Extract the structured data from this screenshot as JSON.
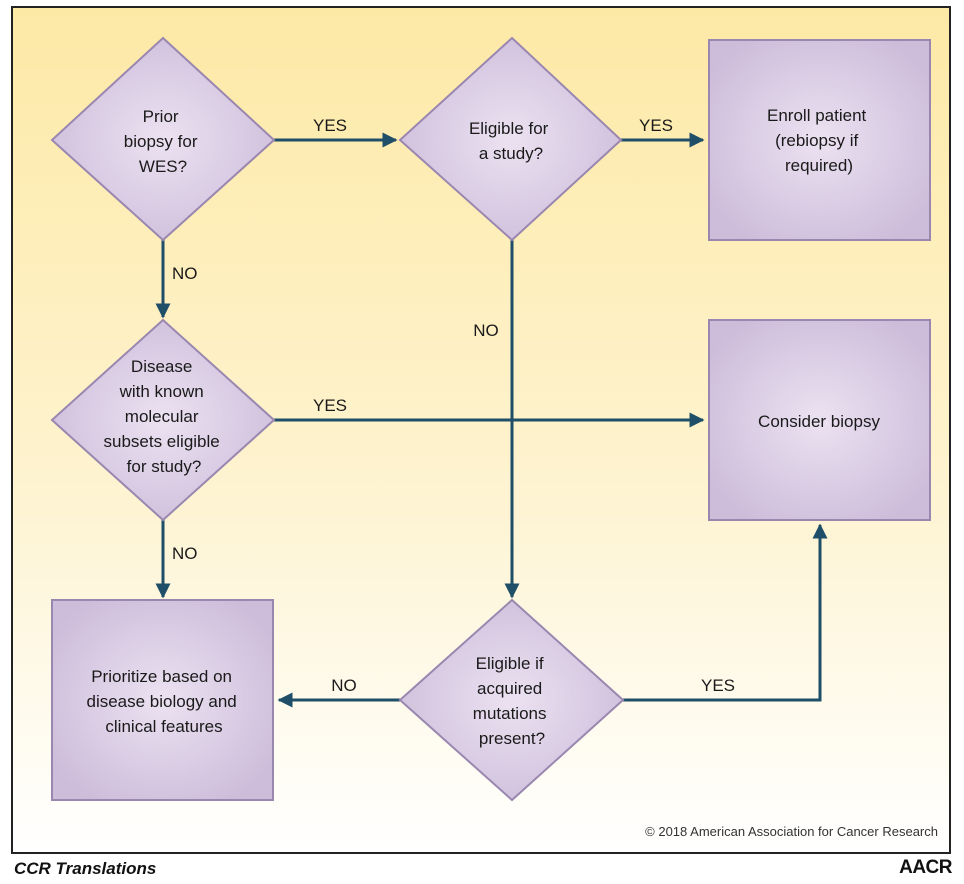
{
  "nodes": {
    "prior_biopsy": [
      "Prior",
      "biopsy for",
      "WES?"
    ],
    "eligible_study": [
      "Eligible for",
      "a study?"
    ],
    "enroll": [
      "Enroll patient",
      "(rebiopsy if",
      "required)"
    ],
    "disease_subsets": [
      "Disease",
      "with known",
      "molecular",
      "subsets eligible",
      "for study?"
    ],
    "consider_biopsy": [
      "Consider biopsy"
    ],
    "prioritize": [
      "Prioritize based on",
      "disease biology and",
      "clinical features"
    ],
    "eligible_acquired": [
      "Eligible if",
      "acquired",
      "mutations",
      "present?"
    ]
  },
  "edges": {
    "prior_to_eligible": "YES",
    "eligible_to_enroll": "YES",
    "prior_to_disease": "NO",
    "eligible_to_acquired": "NO",
    "disease_to_consider": "YES",
    "disease_to_prioritize": "NO",
    "acquired_to_prioritize": "NO",
    "acquired_to_consider": "YES"
  },
  "copyright": "© 2018 American Association for Cancer Research",
  "footer": {
    "journal": "CCR Translations",
    "logo": "AACR"
  },
  "colors": {
    "shape_fill": "#d9cbe3",
    "shape_stroke": "#9a87b0",
    "arrow": "#1f4e68"
  }
}
